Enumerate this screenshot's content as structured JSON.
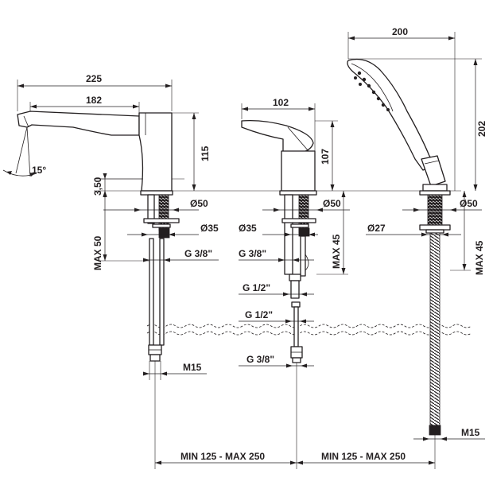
{
  "dimensions": {
    "faucet_total_length": "225",
    "faucet_spout_length": "182",
    "faucet_body_height": "115",
    "spout_angle": "15°",
    "deck_thickness": "3,50",
    "faucet_flange_dia": "Ø50",
    "faucet_nut_dia": "Ø35",
    "faucet_max_deck": "MAX 50",
    "faucet_connection": "G 3/8\"",
    "faucet_hose_nut": "M15",
    "mixer_lever_length": "102",
    "mixer_body_height": "107",
    "mixer_flange_dia": "Ø50",
    "mixer_nut_dia": "Ø35",
    "mixer_connection": "G 3/8\"",
    "mixer_max_deck": "MAX 45",
    "mixer_conn_upper": "G 1/2\"",
    "mixer_conn_lower": "G 1/2\"",
    "mixer_conn_bottom": "G 3/8\"",
    "shower_length": "200",
    "shower_height": "202",
    "shower_flange_dia": "Ø50",
    "shower_nut_dia": "Ø27",
    "shower_max_deck": "MAX 45",
    "shower_hose_nut": "M15",
    "spacing_left": "MIN 125 - MAX 250",
    "spacing_right": "MIN 125 - MAX 250"
  }
}
